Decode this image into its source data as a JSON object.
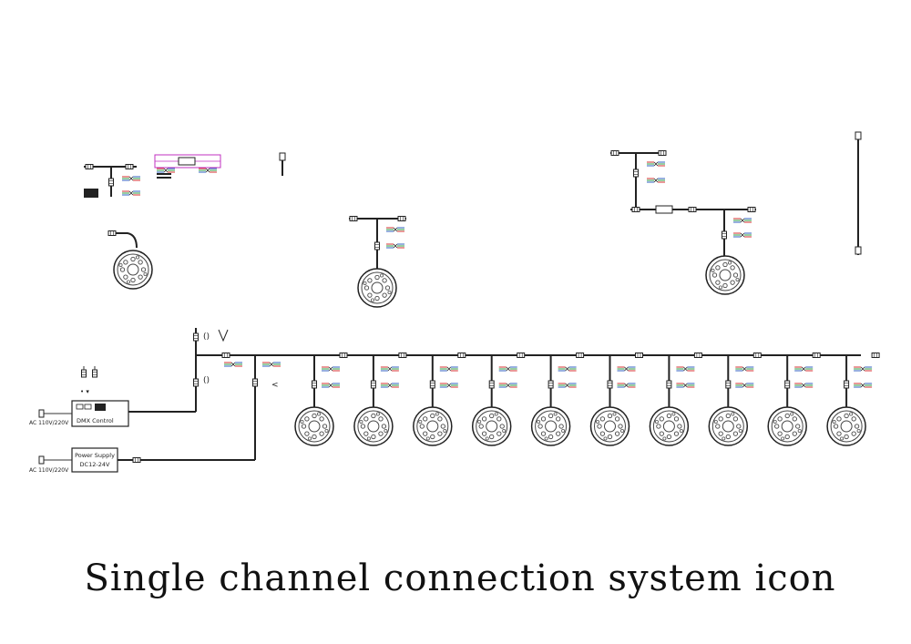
{
  "caption": "Single channel connection system icon",
  "dmx_box": {
    "label": "DMX Control",
    "ac_label": "AC 110V/220V"
  },
  "psu_box": {
    "label_line1": "Power Supply",
    "label_line2": "DC12-24V",
    "ac_label": "AC 110V/220V"
  },
  "colors": {
    "line": "#222222",
    "wire_red": "#d43030",
    "wire_green": "#2f9e44",
    "wire_blue": "#3060c0",
    "magenta": "#c030c0"
  },
  "fixtures_in_chain": 10
}
